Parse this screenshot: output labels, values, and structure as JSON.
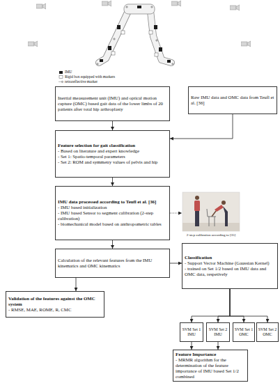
{
  "diagram": {
    "nodes": [
      {
        "text": [
          "Inertial measurement unit (IMU) and optical motion capture (OMC) based gait data of the lower limbs of 20 patients after total hip arthroplasty"
        ]
      },
      {
        "text": [
          "Raw IMU data and OMC data from Teufl et al. [36]"
        ]
      },
      {
        "text": [
          "Feature selection for gait classification",
          "- Based on literature and expert knowledge",
          "- Set 1: Spatio-temporal parameters",
          "- Set 2: ROM and symmetry values of pelvis and hip"
        ]
      },
      {
        "text": [
          "IMU data processed according to Teufl et al. [36]",
          "- IMU based initialization",
          "- IMU based Sensor to segment calibration (2-step calibration)",
          "- biomechanical model based on anthropometric tables"
        ]
      },
      {
        "text": [
          "Calculation of the relevant features from the IMU kinematics and OMC kinematics"
        ]
      },
      {
        "text": [
          "Classification",
          "- Support Vector Machine (Gaussian Kernel)",
          "- trained on Set 1/2 based on IMU data and OMC data, respetively"
        ]
      },
      {
        "text": [
          "Validation of the features against the OMC system",
          "- RMSE, MAE, ROME, R, CMC"
        ]
      },
      {
        "text": [
          "SVM Set 1 IMU"
        ]
      },
      {
        "text": [
          "SVM Set 2 IMU"
        ]
      },
      {
        "text": [
          "SVM Set 1 OMC"
        ]
      },
      {
        "text": [
          "SVM Set 2 OMC"
        ]
      },
      {
        "text": [
          "Feature Importance",
          "- MRMR algorithm for the determination of the feature importance of IMU based Set 1/2 combined"
        ]
      }
    ],
    "edges": [
      {
        "from": 0,
        "to": 2,
        "arrow": "to"
      },
      {
        "from": 1,
        "to": 2,
        "arrow": "to"
      },
      {
        "from": 2,
        "to": 3,
        "arrow": "to"
      },
      {
        "from": 3,
        "to": 4,
        "arrow": "to"
      },
      {
        "from": 4,
        "to": 5,
        "arrow": "to"
      },
      {
        "from": 4,
        "to": 6,
        "arrow": "to"
      },
      {
        "from": 5,
        "to": 7,
        "arrow": "to"
      },
      {
        "from": 5,
        "to": 8,
        "arrow": "to"
      },
      {
        "from": 5,
        "to": 9,
        "arrow": "to"
      },
      {
        "from": 5,
        "to": 10,
        "arrow": "to"
      },
      {
        "from": 7,
        "to": 11,
        "arrow": "to"
      },
      {
        "from": 8,
        "to": 11,
        "arrow": "to"
      }
    ],
    "labels": [
      "2-step calibration according to [35]"
    ],
    "legend": [
      {
        "text": "IMU",
        "color": "#1a1a1a"
      },
      {
        "text": "Rigid box equipped with markers"
      },
      {
        "text": "retroreflective marker"
      }
    ]
  }
}
